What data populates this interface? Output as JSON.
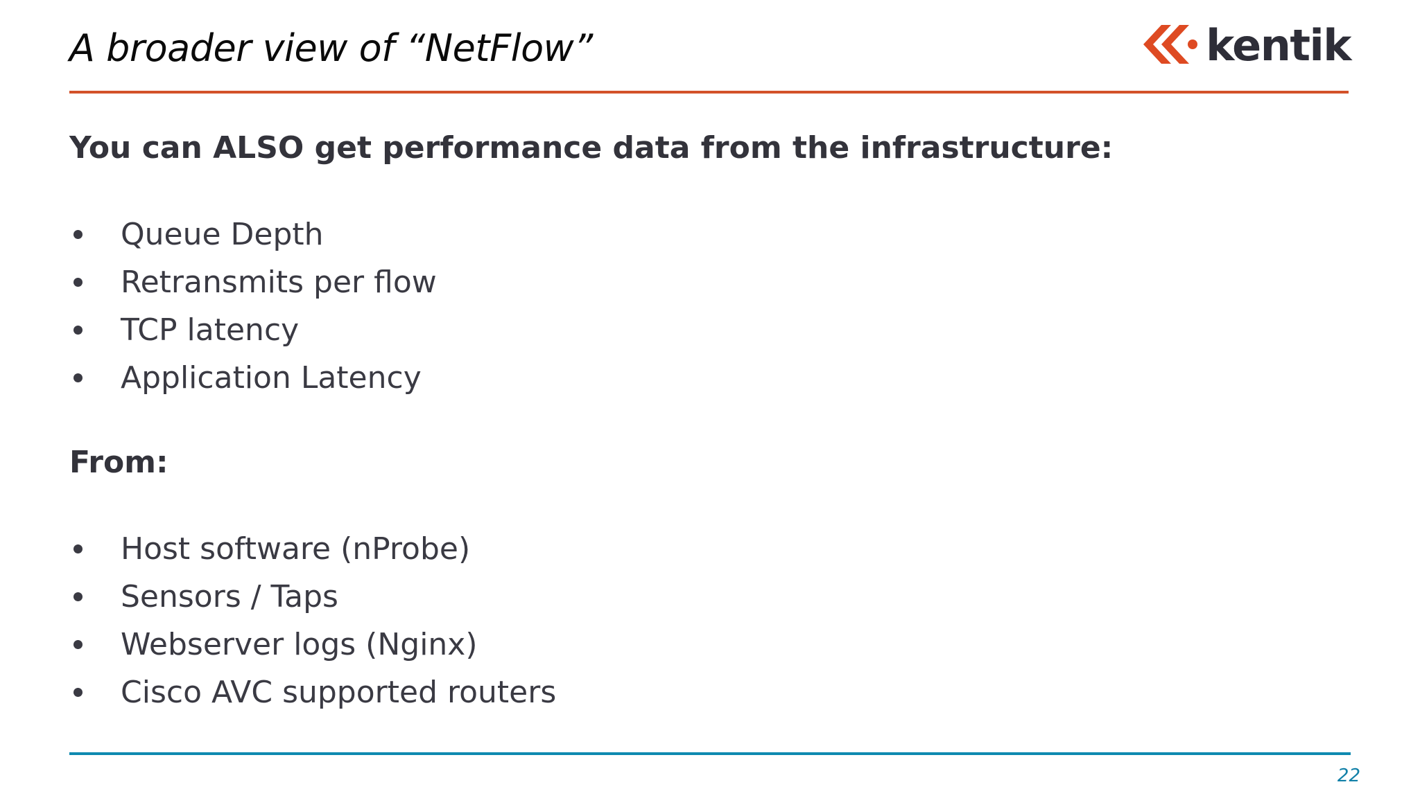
{
  "slide": {
    "title": "A broader view of “NetFlow”",
    "page_number": "22",
    "accent_orange": "#d3522a",
    "accent_teal": "#0f8ab0",
    "text_color": "#3a3a43"
  },
  "logo": {
    "wordmark": "kentik",
    "mark_color": "#de4a22",
    "word_color": "#2e2e38"
  },
  "content": {
    "lead": "You can ALSO get performance data from the infrastructure:",
    "metrics": [
      {
        "label": "Queue Depth"
      },
      {
        "label": "Retransmits per flow"
      },
      {
        "label": "TCP latency"
      },
      {
        "label": "Application Latency"
      }
    ],
    "from_label": "From:",
    "sources": [
      {
        "label": "Host software (nProbe)"
      },
      {
        "label": "Sensors / Taps"
      },
      {
        "label": "Webserver logs (Nginx)"
      },
      {
        "label": "Cisco AVC supported routers"
      }
    ]
  }
}
